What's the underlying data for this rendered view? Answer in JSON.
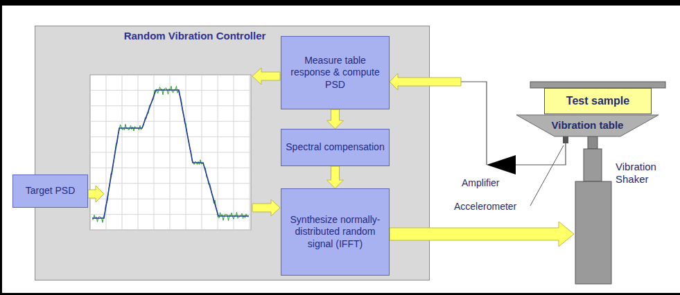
{
  "diagram": {
    "nodes": [
      {
        "text": [
          "Random Vibration Controller"
        ]
      },
      {
        "text": [
          "Target PSD"
        ]
      },
      {
        "text": [
          "Measure table response & compute PSD"
        ],
        "in": 0
      },
      {
        "text": [
          "Spectral compensation"
        ],
        "in": 0
      },
      {
        "text": [
          "Synthesize normally-distributed random signal (IFFT)"
        ],
        "in": 0
      },
      {
        "text": [
          "Test sample"
        ]
      },
      {
        "text": [
          "Vibration table"
        ]
      }
    ],
    "edges": [
      {
        "from": 2,
        "to": 3,
        "arrow": "to"
      },
      {
        "from": 3,
        "to": 4,
        "arrow": "to"
      },
      {
        "from": 6,
        "to": 2,
        "arrow": "to"
      }
    ],
    "labels": [
      "Amplifier",
      "Vibration Shaker",
      "Accelerometer"
    ]
  }
}
